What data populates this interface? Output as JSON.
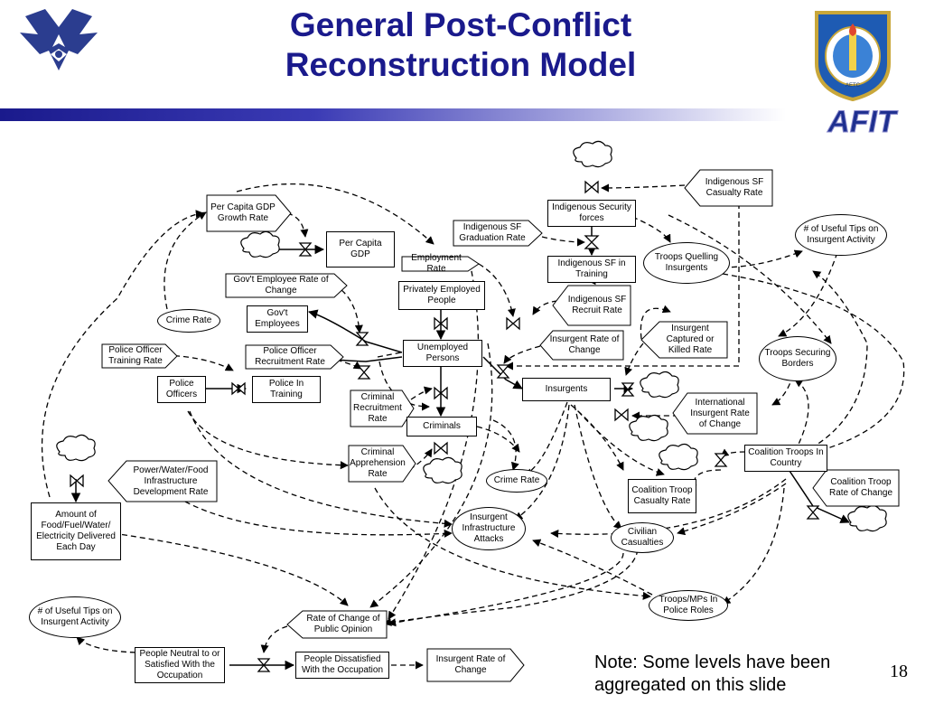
{
  "slide": {
    "title_line1": "General Post-Conflict",
    "title_line2": "Reconstruction Model",
    "note_line1": "Note: Some levels have been",
    "note_line2": "aggregated on this slide",
    "page_number": "18",
    "title_color": "#1a1a8c"
  },
  "logos": {
    "left": "air-force-wings-logo",
    "right": "afit-logo",
    "right_text": "AFIT",
    "seal_text": "AIR EDUCATION AND TRAINING COMMAND"
  },
  "stocks": {
    "per_capita_gdp": "Per Capita GDP",
    "govt_employees": "Gov't Employees",
    "police_officers": "Police Officers",
    "police_in_training": "Police In Training",
    "unemployed_persons": "Unemployed Persons",
    "privately_employed": "Privately Employed People",
    "criminals": "Criminals",
    "indigenous_security_forces": "Indigenous Security forces",
    "indigenous_sf_in_training": "Indigenous SF in Training",
    "insurgents": "Insurgents",
    "coalition_troops": "Coalition Troops In Country",
    "amount_food_fuel": "Amount of Food/Fuel/Water/ Electricity Delivered Each Day",
    "people_neutral": "People Neutral to or Satisfied With the Occupation",
    "people_dissatisfied": "People Dissatisfied With the Occupation"
  },
  "rates": {
    "per_capita_gdp_growth": "Per Capita GDP Growth Rate",
    "govt_employee_rate": "Gov't Employee Rate of Change",
    "police_officer_recruitment": "Police Officer Recruitment Rate",
    "police_officer_training": "Police Officer Training Rate",
    "employment_rate": "Employment Rate",
    "indigenous_sf_graduation": "Indigenous SF Graduation Rate",
    "indigenous_sf_recruit": "Indigenous SF Recruit Rate",
    "indigenous_sf_casualty": "Indigenous SF Casualty Rate",
    "insurgent_rate_of_change": "Insurgent Rate of Change",
    "insurgent_captured": "Insurgent Captured or Killed Rate",
    "international_insurgent": "International Insurgent Rate of Change",
    "criminal_recruitment": "Criminal Recruitment Rate",
    "criminal_apprehension": "Criminal Apprehension Rate",
    "power_water_food": "Power/Water/Food Infrastructure Development Rate",
    "coalition_troop_casualty": "Coalition Troop Casualty Rate",
    "coalition_troop_rate": "Coalition Troop Rate of Change",
    "rate_public_opinion": "Rate of Change of Public Opinion",
    "insurgent_rate_bottom": "Insurgent Rate of Change"
  },
  "auxiliaries": {
    "crime_rate_left": "Crime Rate",
    "crime_rate_mid": "Crime Rate",
    "useful_tips_right": "# of Useful Tips on Insurgent Activity",
    "useful_tips_left": "# of Useful Tips on Insurgent Activity",
    "troops_quelling": "Troops Quelling Insurgents",
    "troops_securing": "Troops Securing Borders",
    "insurgent_infra_attacks": "Insurgent Infrastructure Attacks",
    "civilian_casualties": "Civilian Casualties",
    "troops_mps_police": "Troops/MPs In Police Roles"
  }
}
